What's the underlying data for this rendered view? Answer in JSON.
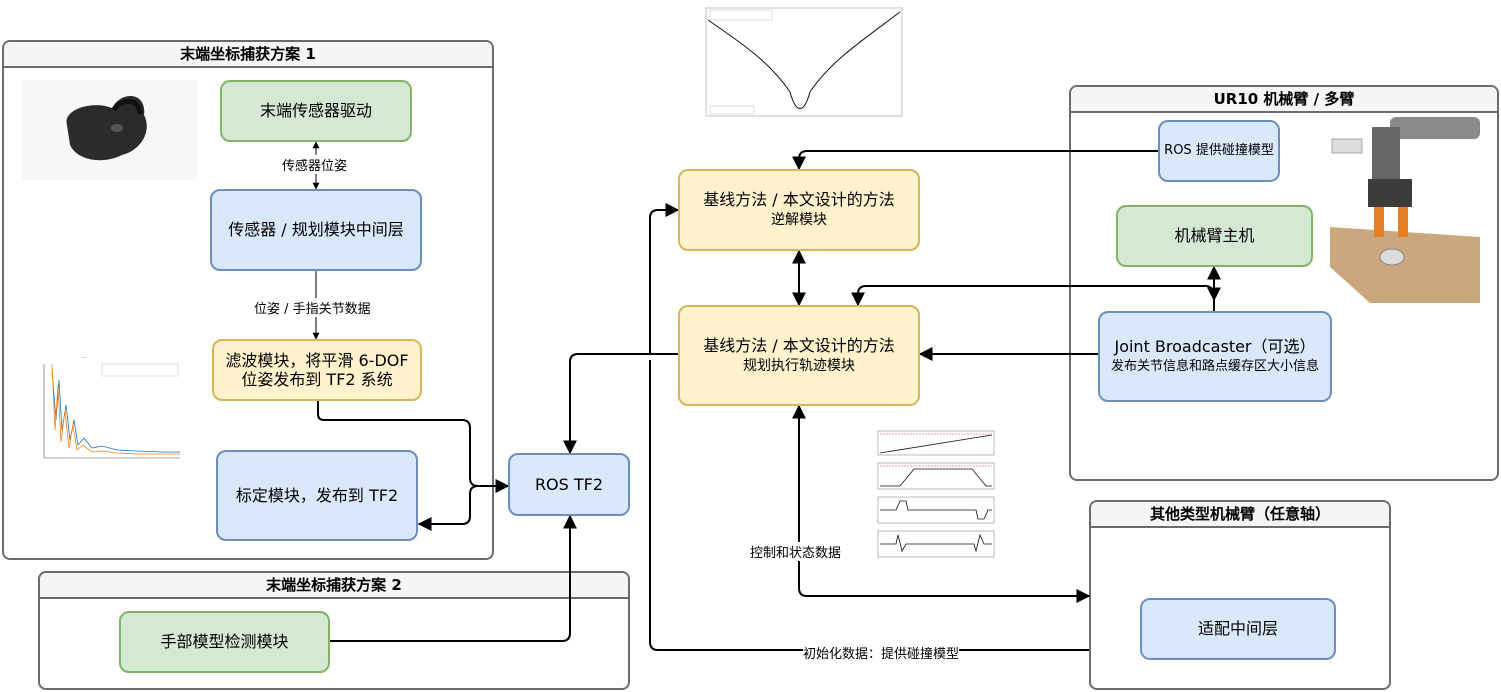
{
  "groups": {
    "scheme1": "末端坐标捕获方案 1",
    "scheme2": "末端坐标捕获方案 2",
    "ur10": "UR10 机械臂 / 多臂",
    "other": "其他类型机械臂（任意轴）"
  },
  "nodes": {
    "sensor_driver": "末端传感器驱动",
    "sensor_middle": "传感器 / 规划模块中间层",
    "filter": "滤波模块，将平滑 6-DOF 位姿发布到 TF2 系统",
    "calibration": "标定模块，发布到 TF2",
    "hand_detect": "手部模型检测模块",
    "ros_tf2": "ROS TF2",
    "ik_line1": "基线方法 / 本文设计的方法",
    "ik_line2": "逆解模块",
    "plan_line1": "基线方法 / 本文设计的方法",
    "plan_line2": "规划执行轨迹模块",
    "ros_collision": "ROS 提供碰撞模型",
    "arm_host": "机械臂主机",
    "joint_line1": "Joint Broadcaster（可选）",
    "joint_line2": "发布关节信息和路点缓存区大小信息",
    "adapter": "适配中间层"
  },
  "edge_labels": {
    "sensor_pose": "传感器位姿",
    "pose_hand": "位姿 / 手指关节数据",
    "control_state": "控制和状态数据",
    "init_data": "初始化数据：提供碰撞模型"
  },
  "colors": {
    "green_fill": "#d5e8d4",
    "green_stroke": "#82b366",
    "blue_fill": "#dae8fc",
    "blue_stroke": "#6c8ebf",
    "yellow_fill": "#fff2cc",
    "yellow_stroke": "#d6b656",
    "group_stroke": "#6b6b6b"
  },
  "images": {
    "tracker": "vr-tracker-photo",
    "noise_chart": "filter-noise-plot",
    "curve_chart": "loss-curve-plot",
    "traj_chart": "trajectory-profile-plots",
    "gripper": "robot-gripper-photo"
  }
}
